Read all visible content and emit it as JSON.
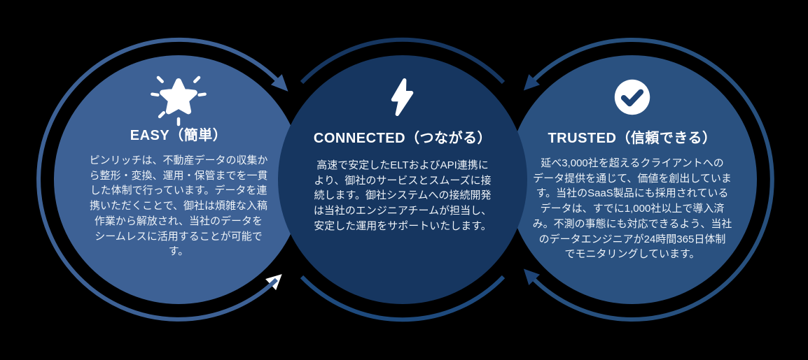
{
  "diagram_title": "value-props-cycle",
  "colors": {
    "background": "#000000",
    "easy_fill": "#3d6195",
    "connected_fill": "#163660",
    "trusted_fill": "#2a5180",
    "easy_ring": "#3d6195",
    "connected_ring_top": "#163660",
    "connected_ring_bottom": "#1e4a7d",
    "trusted_ring": "#27507e",
    "dark_arrow": "#1e4476",
    "white_arrow": "#ffffff",
    "title_text": "#ffffff",
    "body_text": "#eef3f8",
    "check_mark": "#1e4476"
  },
  "cards": [
    {
      "id": "easy",
      "icon": "sparkle-star-icon",
      "title": "EASY（簡単）",
      "body_lines": [
        "ピンリッチは、不動産データの収集か",
        "ら整形・変換、運用・保管までを一貫",
        "した体制で行っています。データを連",
        "携いただくことで、御社は煩雑な入稿",
        "作業から解放され、当社のデータを",
        "シームレスに活用することが可能で",
        "す。"
      ]
    },
    {
      "id": "connected",
      "icon": "lightning-bolt-icon",
      "title": "CONNECTED（つながる）",
      "body_lines": [
        "高速で安定したELTおよびAPI連携に",
        "より、御社のサービスとスムーズに接",
        "続します。御社システムへの接続開発",
        "は当社のエンジニアチームが担当し、",
        "安定した運用をサポートいたします。"
      ]
    },
    {
      "id": "trusted",
      "icon": "check-circle-icon",
      "title": "TRUSTED（信頼できる）",
      "body_lines": [
        "延べ3,000社を超えるクライアントへの",
        "データ提供を通じて、価値を創出していま",
        "す。当社のSaaS製品にも採用されている",
        "データは、すでに1,000社以上で導入済",
        "み。不測の事態にも対応できるよう、当社",
        "のデータエンジニアが24時間365日体制",
        "でモニタリングしています。"
      ]
    }
  ]
}
